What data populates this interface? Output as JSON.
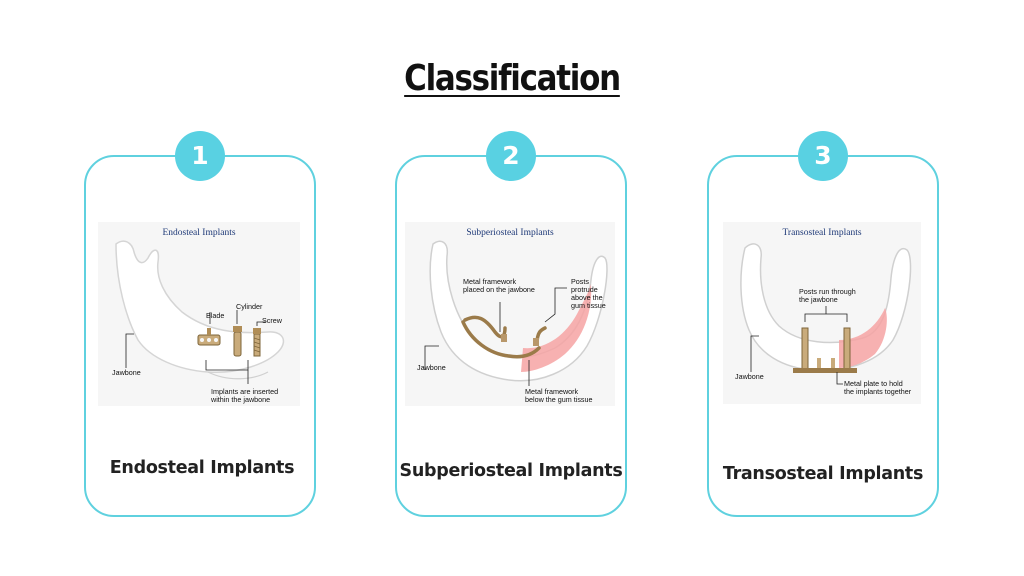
{
  "title": "Classification",
  "cards": [
    {
      "number": "1",
      "caption": "Endosteal Implants",
      "figure_title": "Endosteal Implants",
      "labels": {
        "cylinder": "Cylinder",
        "blade": "Blade",
        "screw": "Screw",
        "jawbone": "Jawbone",
        "note_line1": "Implants are inserted",
        "note_line2": "within the jawbone"
      }
    },
    {
      "number": "2",
      "caption": "Subperiosteal Implants",
      "figure_title": "Subperiosteal Implants",
      "labels": {
        "framework_line1": "Metal framework",
        "framework_line2": "placed on the jawbone",
        "posts_line1": "Posts",
        "posts_line2": "protrude",
        "posts_line3": "above the",
        "posts_line4": "gum tissue",
        "jawbone": "Jawbone",
        "below_line1": "Metal framework",
        "below_line2": "below the gum tissue"
      }
    },
    {
      "number": "3",
      "caption": "Transosteal Implants",
      "figure_title": "Transosteal Implants",
      "labels": {
        "posts_line1": "Posts run through",
        "posts_line2": "the jawbone",
        "jawbone": "Jawbone",
        "plate_line1": "Metal plate to hold",
        "plate_line2": "the implants together"
      }
    }
  ]
}
